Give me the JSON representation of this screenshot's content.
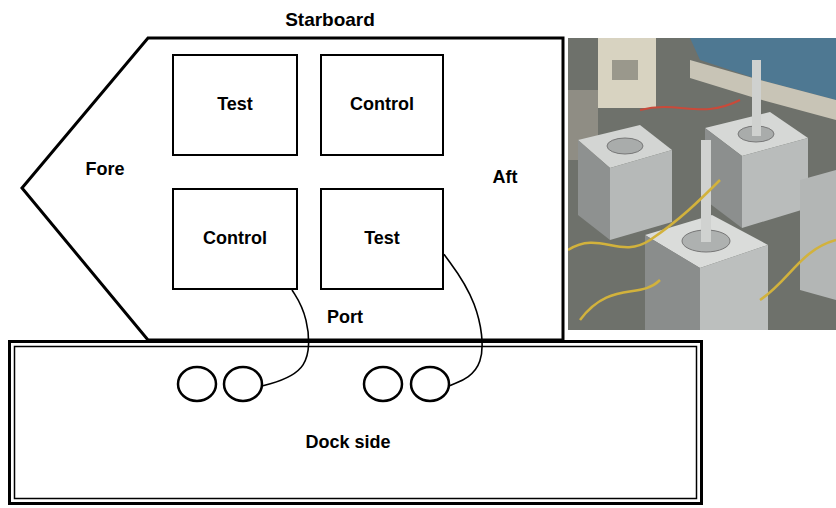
{
  "diagram": {
    "nodes": [
      {
        "text": [
          "Starboard",
          "Fore",
          "Aft",
          "Port"
        ]
      },
      {
        "text": [
          "Test"
        ],
        "in": 0
      },
      {
        "text": [
          "Control"
        ],
        "in": 0
      },
      {
        "text": [
          "Control"
        ],
        "in": 0
      },
      {
        "text": [
          "Test"
        ],
        "in": 0
      },
      {
        "text": [
          "Dock side"
        ]
      }
    ],
    "edges": [
      {
        "from": 5,
        "to": 3,
        "arrow": "none"
      },
      {
        "from": 5,
        "to": 4,
        "arrow": "none"
      }
    ]
  }
}
